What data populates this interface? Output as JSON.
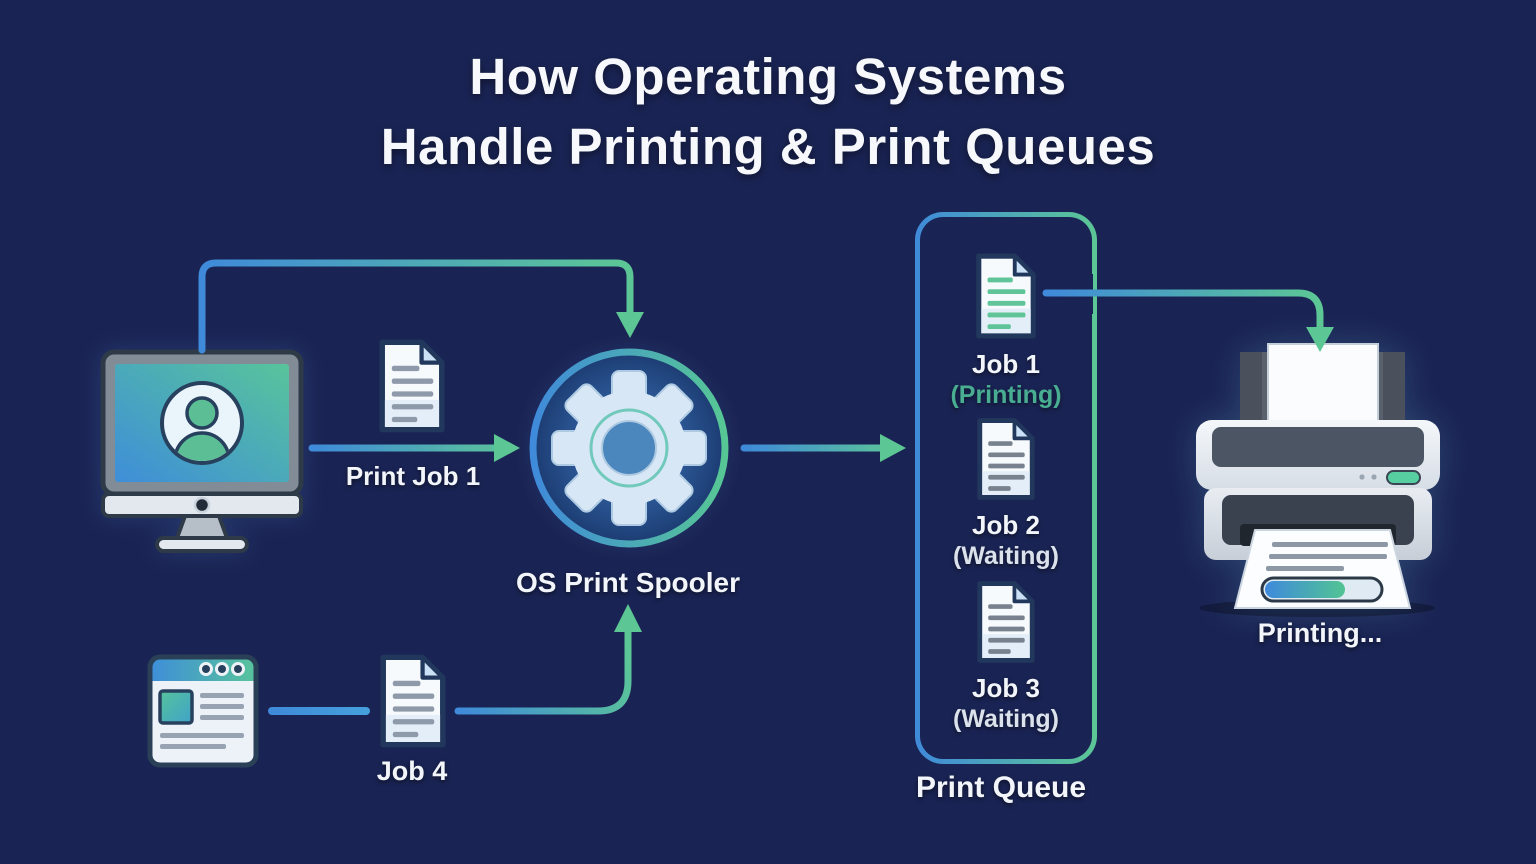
{
  "title": {
    "line1": "How Operating Systems",
    "line2": "Handle Printing & Print Queues"
  },
  "nodes": {
    "print_job": {
      "label": "Print Job 1"
    },
    "spooler": {
      "label": "OS Print Spooler"
    },
    "queue": {
      "title": "Print Queue",
      "jobs": [
        {
          "name": "Job 1",
          "status": "(Printing)"
        },
        {
          "name": "Job 2",
          "status": "(Waiting)"
        },
        {
          "name": "Job 3",
          "status": "(Waiting)"
        }
      ]
    },
    "printer": {
      "status": "Printing..."
    },
    "app_job": {
      "label": "Job 4"
    }
  },
  "edges": [
    {
      "from": "computer",
      "to": "os-print-spooler",
      "route": "top"
    },
    {
      "from": "computer",
      "to": "os-print-spooler",
      "via": "Print Job 1"
    },
    {
      "from": "os-print-spooler",
      "to": "print-queue"
    },
    {
      "from": "queue-job-1",
      "to": "printer"
    },
    {
      "from": "app-window",
      "to": "os-print-spooler",
      "via": "Job 4"
    }
  ],
  "colors": {
    "background": "#1A2454",
    "text": "#F2F5F9",
    "arrow_blue": "#3F8ADA",
    "arrow_green": "#5CC795",
    "status_printing": "#49AD92",
    "status_waiting": "#DCE2EC",
    "doc_lines_gray": "#8E9AA9",
    "doc_lines_green": "#5FC598"
  }
}
